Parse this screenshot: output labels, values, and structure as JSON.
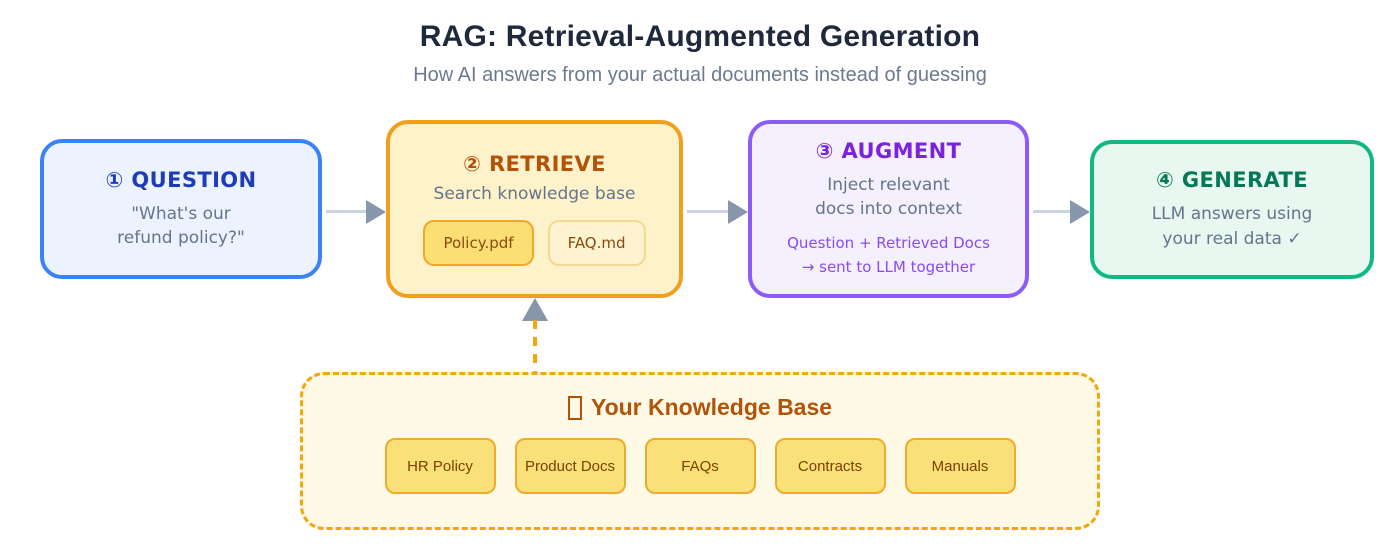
{
  "header": {
    "title": "RAG: Retrieval-Augmented Generation",
    "subtitle": "How AI answers from your actual documents instead of guessing"
  },
  "colors": {
    "question_accent": "#3b82f6",
    "retrieve_accent": "#f0a01c",
    "augment_accent": "#8b5cf6",
    "generate_accent": "#10b981",
    "knowledge_base_accent": "#f5a60b",
    "body_text": "#64748b",
    "arrow": "#8896ab"
  },
  "steps": [
    {
      "heading": "① QUESTION",
      "lines": [
        "\"What's our",
        "refund policy?\""
      ]
    },
    {
      "heading": "② RETRIEVE",
      "description": "Search knowledge base",
      "chips": [
        "Policy.pdf",
        "FAQ.md"
      ]
    },
    {
      "heading": "③ AUGMENT",
      "lines": [
        "Inject relevant",
        "docs into context"
      ],
      "note_lines": [
        "Question + Retrieved Docs",
        "→ sent to LLM together"
      ]
    },
    {
      "heading": "④ GENERATE",
      "lines": [
        "LLM answers using",
        "your real data ✓"
      ]
    }
  ],
  "knowledge_base": {
    "title": "Your Knowledge Base",
    "items": [
      "HR Policy",
      "Product Docs",
      "FAQs",
      "Contracts",
      "Manuals"
    ]
  }
}
